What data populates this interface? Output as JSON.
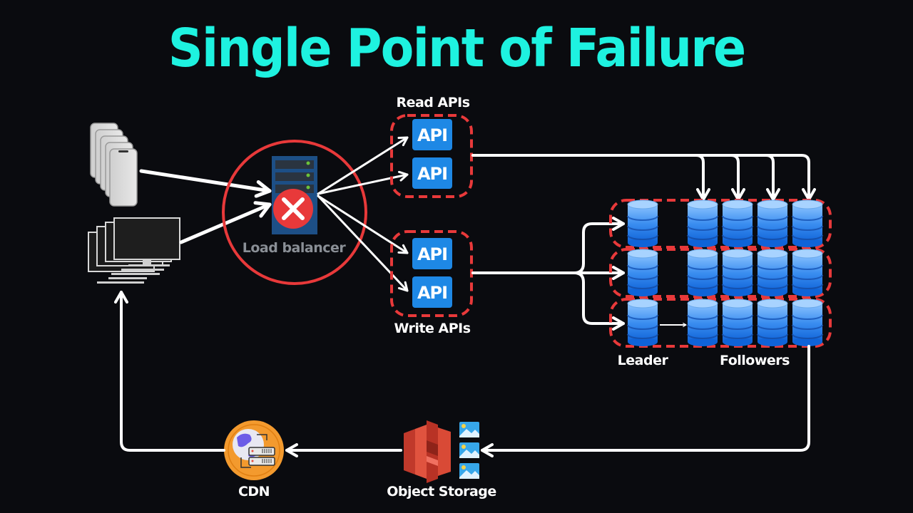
{
  "title": "Single Point of Failure",
  "colors": {
    "title": "#1ef2e0",
    "failure": "#e8393a",
    "api": "#1e88e5",
    "db": "#1e78e6",
    "background": "#0a0b0f",
    "arrow": "#ffffff"
  },
  "clients": {
    "mobile": {
      "icon": "smartphone-stack-icon",
      "count": 5
    },
    "desktop": {
      "icon": "monitor-stack-icon",
      "count": 4
    }
  },
  "load_balancer": {
    "label": "Load balancer",
    "icon": "server-rack-icon",
    "status_icon": "error-x-icon",
    "status": "failed"
  },
  "api_groups": [
    {
      "label": "Read APIs",
      "apis": [
        "API",
        "API"
      ]
    },
    {
      "label": "Write APIs",
      "apis": [
        "API",
        "API"
      ]
    }
  ],
  "db_clusters": {
    "leader_label": "Leader",
    "followers_label": "Followers",
    "rows": [
      {
        "leader": "db",
        "followers": [
          "db",
          "db",
          "db",
          "db"
        ]
      },
      {
        "leader": "db",
        "followers": [
          "db",
          "db",
          "db",
          "db"
        ]
      },
      {
        "leader": "db",
        "followers": [
          "db",
          "db",
          "db",
          "db"
        ]
      }
    ]
  },
  "object_storage": {
    "label": "Object Storage",
    "icon": "s3-bucket-icon",
    "files": [
      "image-file-icon",
      "image-file-icon",
      "image-file-icon"
    ]
  },
  "cdn": {
    "label": "CDN",
    "icon": "globe-server-icon"
  }
}
